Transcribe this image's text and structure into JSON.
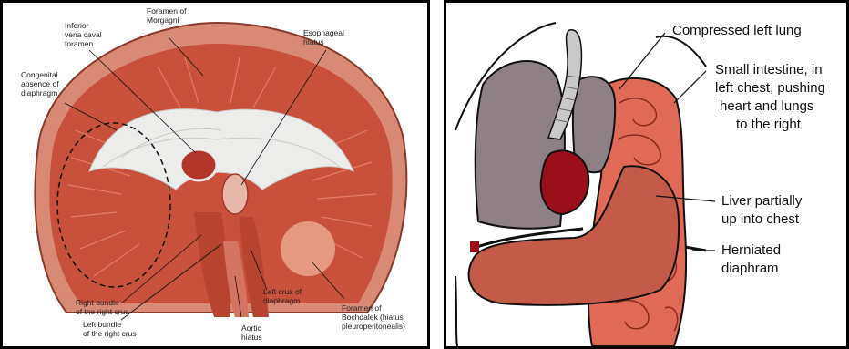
{
  "left_figure": {
    "labels": {
      "foramen_morgagni": [
        "Foramen of",
        "Morgagni"
      ],
      "inferior_vena_caval": [
        "Inferior",
        "vena caval",
        "foramen"
      ],
      "esophageal_hiatus": [
        "Esophageal",
        "hiatus"
      ],
      "congenital_absence": [
        "Congenital",
        "absence of",
        "diaphragm"
      ],
      "right_bundle": [
        "Right bundle",
        "of the right crus"
      ],
      "left_bundle": [
        "Left bundle",
        "of the right crus"
      ],
      "left_crus": [
        "Left crus of",
        "diaphragm"
      ],
      "aortic_hiatus": [
        "Aortic",
        "hiatus"
      ],
      "foramen_bochdalek": [
        "Foramen of",
        "Bochdalek (hiatus",
        "pleuroperitonealis)"
      ]
    },
    "colors": {
      "muscle": "#c9503a",
      "tendon": "#ececea",
      "rim": "#d98a75"
    }
  },
  "right_figure": {
    "labels": {
      "compressed_lung": [
        "Compressed left lung"
      ],
      "small_intestine": [
        "Small intestine, in",
        "left chest, pushing",
        "heart and lungs",
        "to the right"
      ],
      "liver": [
        "Liver partially",
        "up into chest"
      ],
      "herniated": [
        "Herniated",
        "diaphram"
      ]
    },
    "colors": {
      "lung": "#8f8086",
      "intestine": "#e06a55",
      "liver": "#c45a48",
      "heart": "#9a0f1a",
      "trachea": "#c9c9c9"
    }
  }
}
